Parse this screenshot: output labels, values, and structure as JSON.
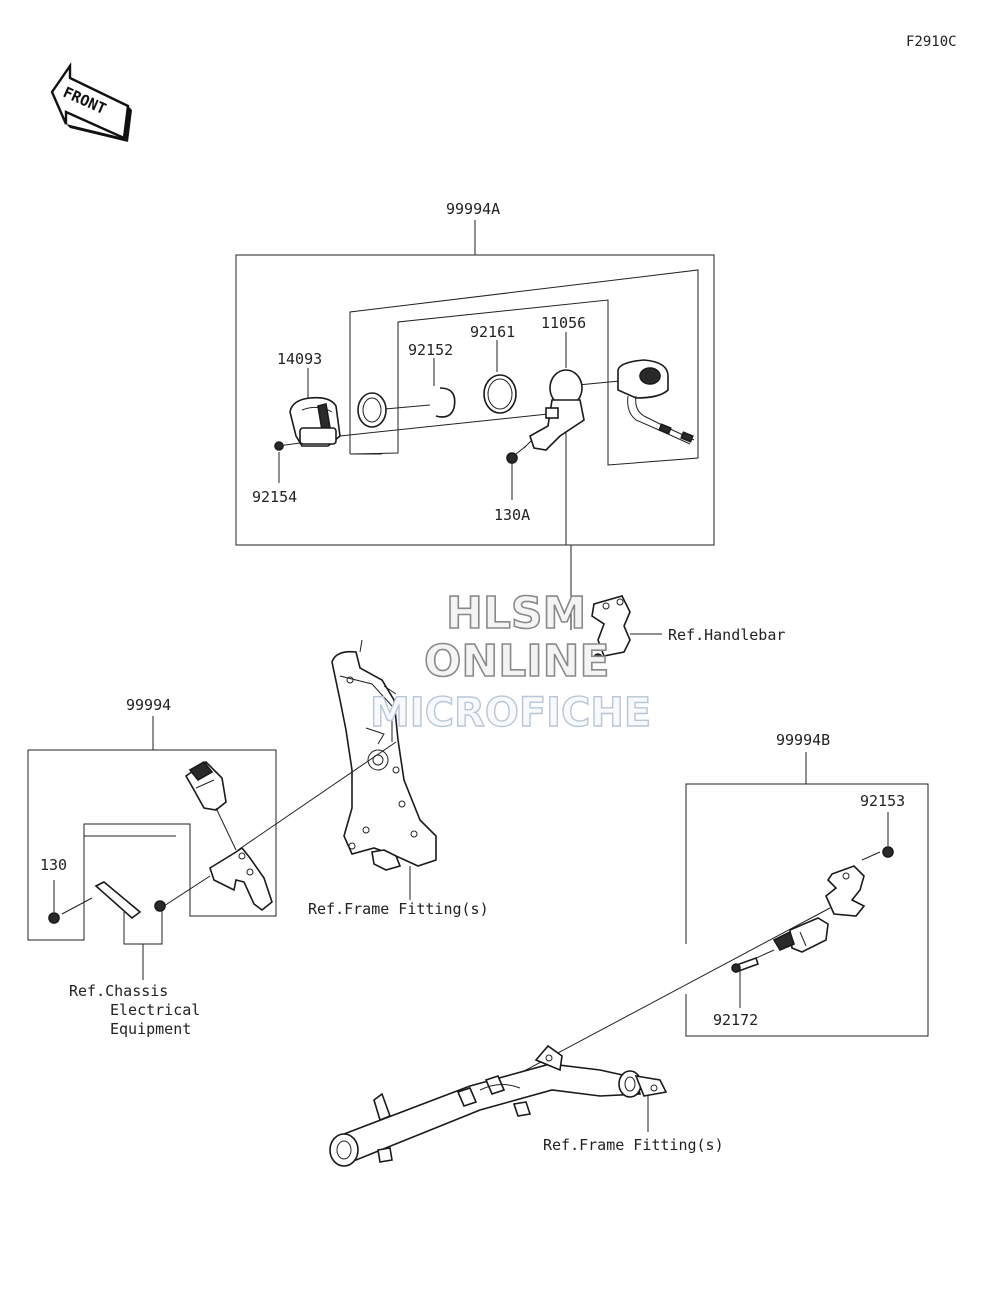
{
  "diagram": {
    "figure_code": "F2910C",
    "front_arrow_text": "FRONT",
    "assemblies": {
      "a": "99994A",
      "main": "99994",
      "b": "99994B"
    },
    "parts": {
      "p14093": "14093",
      "p92152": "92152",
      "p92161": "92161",
      "p11056": "11056",
      "p92154": "92154",
      "p130A": "130A",
      "p130": "130",
      "p92153": "92153",
      "p92172": "92172"
    },
    "refs": {
      "handlebar": "Ref.Handlebar",
      "frame_fitting_1": "Ref.Frame Fitting(s)",
      "frame_fitting_2": "Ref.Frame Fitting(s)",
      "chassis_line1": "Ref.Chassis",
      "chassis_line2": "Electrical",
      "chassis_line3": "Equipment"
    },
    "watermark": {
      "line1": "HLSM",
      "line2": "ONLINE",
      "line3": "MICROFICHE"
    }
  }
}
